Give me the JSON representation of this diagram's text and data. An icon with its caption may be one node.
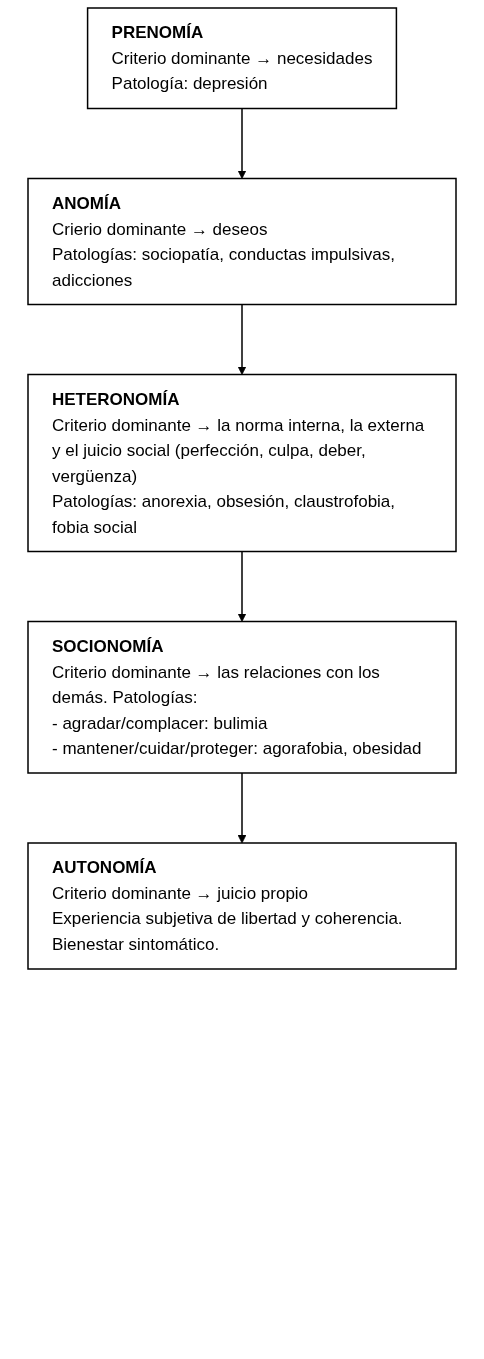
{
  "diagram": {
    "nodes": [
      {
        "text": [
          "PRENOMÍA",
          "Criterio dominante → necesidades",
          "Patología: depresión"
        ]
      },
      {
        "text": [
          "ANOMÍA",
          "Crierio dominante → deseos",
          "Patologías: sociopatía, conductas impulsivas, adicciones"
        ]
      },
      {
        "text": [
          "HETERONOMÍA",
          "Criterio dominante → la norma interna, la externa y el juicio social (perfección, culpa, deber, vergüenza)",
          "Patologías: anorexia, obsesión, claustrofobia, fobia social"
        ]
      },
      {
        "text": [
          "SOCIONOMÍA",
          "Criterio dominante → las relaciones con los demás. Patologías:",
          "- agradar/complacer: bulimia",
          "- mantener/cuidar/proteger: agorafobia, obesidad"
        ]
      },
      {
        "text": [
          "AUTONOMÍA",
          "Criterio dominante → juicio propio",
          "Experiencia subjetiva de libertad y coherencia. Bienestar sintomático."
        ]
      }
    ],
    "edges": [
      {
        "from": 0,
        "to": 1,
        "arrow": "to"
      },
      {
        "from": 1,
        "to": 2,
        "arrow": "to"
      },
      {
        "from": 2,
        "to": 3,
        "arrow": "to"
      },
      {
        "from": 3,
        "to": 4,
        "arrow": "to"
      }
    ]
  }
}
